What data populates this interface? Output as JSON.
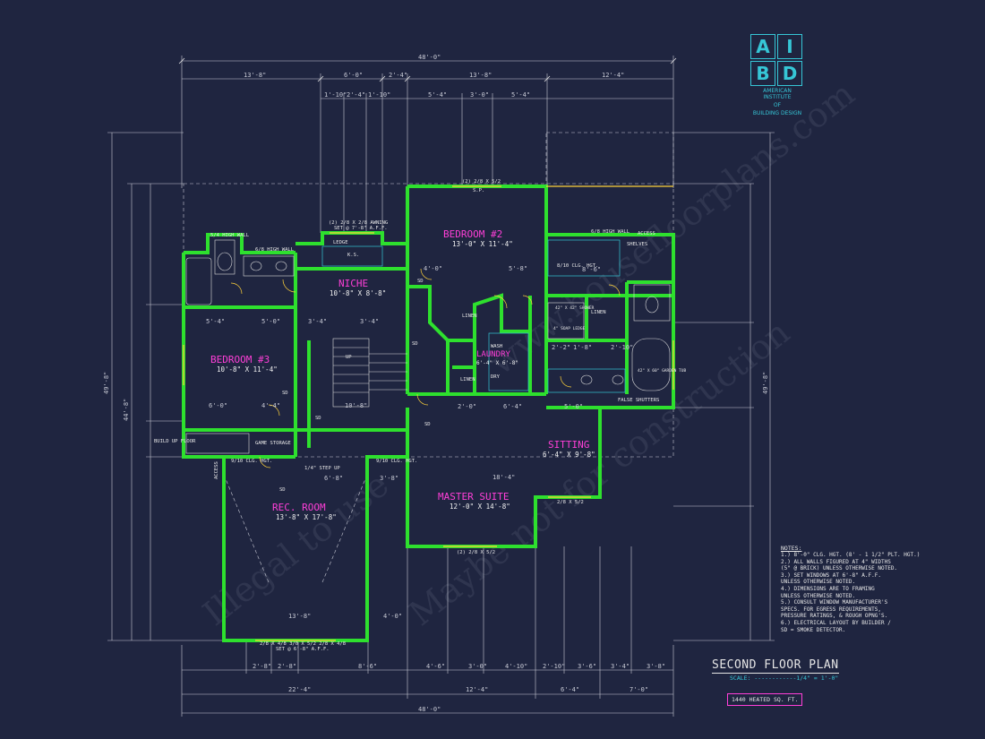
{
  "logo": {
    "letters": [
      "A",
      "I",
      "B",
      "D"
    ],
    "name_line1": "AMERICAN INSTITUTE",
    "name_line2": "OF",
    "name_line3": "BUILDING DESIGN"
  },
  "title": {
    "main": "SECOND FLOOR PLAN",
    "scale": "SCALE: ------------1/4\" = 1'-0\"",
    "area": "1440 HEATED SQ. FT."
  },
  "notes": {
    "title": "NOTES:",
    "lines": [
      "1.) 8'-0\" CLG. HGT. (8' - 1 1/2\" PLT. HGT.)",
      "2.) ALL WALLS FIGURED AT 4\" WIDTHS",
      "   (5\" @ BRICK) UNLESS OTHERWISE NOTED.",
      "3.) SET WINDOWS AT 6'-8\" A.F.F.",
      "   UNLESS OTHERWISE NOTED.",
      "4.) DIMENSIONS ARE TO FRAMING",
      "   UNLESS OTHERWISE NOTED.",
      "5.) CONSULT WINDOW MANUFACTURER'S",
      "   SPECS. FOR EGRESS REQUIREMENTS,",
      "   PRESSURE RATINGS, & ROUGH OPNG'S.",
      "6.) ELECTRICAL LAYOUT BY BUILDER /",
      "   SD = SMOKE DETECTOR."
    ]
  },
  "rooms": {
    "bedroom2": {
      "name": "BEDROOM #2",
      "size": "13'-0\" X 11'-4\""
    },
    "bedroom3": {
      "name": "BEDROOM #3",
      "size": "10'-8\" X 11'-4\""
    },
    "niche": {
      "name": "NICHE",
      "size": "10'-8\" X 8'-8\""
    },
    "laundry": {
      "name": "LAUNDRY",
      "size": "6'-4\" X 6'-8\""
    },
    "sitting": {
      "name": "SITTING",
      "size": "6'-4\" X 9'-8\""
    },
    "master": {
      "name": "MASTER SUITE",
      "size": "12'-0\" X 14'-8\""
    },
    "rec": {
      "name": "REC. ROOM",
      "size": "13'-8\" X 17'-8\""
    }
  },
  "labels": {
    "linen": "LINEN",
    "linen2": "LINEN",
    "linen3": "LINEN",
    "wash": "WASH",
    "dry": "DRY",
    "shelves": "SHELVES",
    "access": "ACCESS",
    "access2": "ACCESS",
    "ledge": "LEDGE",
    "ks": "K.S.",
    "game_storage": "GAME STORAGE",
    "false_shutters": "FALSE SHUTTERS",
    "garden_tub": "42\" X 60\" GARDEN TUB",
    "shower": "42\" X 42\" SHOWER",
    "soap_ledge": "4\" SOAP LEDGE",
    "hw": "5/4 HIGH WALL",
    "hw2": "6/8 HIGH WALL",
    "hw3": "6/8 HIGH WALL",
    "clg_910": "9/10 CLG. HGT.",
    "clg_810": "8/10 CLG. HGT.",
    "clg_blk": "9/10 CLG. HGT.",
    "step_up": "1/4\" STEP UP",
    "build_floor": "BUILD UP FLOOR",
    "awning": "(2) 2/8 X 2/8 AWNING",
    "awning_set": "SET @ 7'-8\" A.F.F.",
    "win_top": "(2) 2/8 X 5/2",
    "win_master": "(2) 2/8 X 5/2",
    "win_rec": "2/8 X 4/8  3/0 X 5/2  2/8 X 4/8",
    "win_rec_set": "SET @ 6'-8\" A.F.F.",
    "win_sitting": "2/8 X 5/2",
    "sp": "S.P.",
    "sd": "SD",
    "up": "UP"
  },
  "dims": {
    "overall_top": "48'-0\"",
    "overall_bottom": "48'-0\"",
    "top_row1": [
      "13'-8\"",
      "6'-0\"",
      "2'-4\"",
      "13'-8\"",
      "12'-4\""
    ],
    "top_row2": [
      "1'-10\"",
      "2'-4\"",
      "1'-10\"",
      "5'-4\"",
      "3'-0\"",
      "5'-4\""
    ],
    "bottom_row1": [
      "22'-4\"",
      "12'-4\"",
      "6'-4\"",
      "7'-0\""
    ],
    "bottom_row2": [
      "2'-8\"",
      "2'-8\"",
      "8'-6\"",
      "4'-6\"",
      "3'-0\"",
      "4'-10\"",
      "2'-10\"",
      "3'-6\"",
      "3'-4\"",
      "3'-8\""
    ],
    "left_overall": "49'-8\"",
    "left_mid": "44'-8\"",
    "right_overall": "49'-8\"",
    "interior": [
      "5'-4\"",
      "5'-0\"",
      "3'-4\"",
      "3'-4\"",
      "6'-0\"",
      "4'-4\"",
      "10'-8\"",
      "4'-0\"",
      "5'-8\"",
      "2'-0\"",
      "6'-4\"",
      "5'-0\"",
      "8'-6\"",
      "18'-4\"",
      "3'-8\"",
      "6'-8\"",
      "13'-8\"",
      "4'-0\"",
      "2'-2\"",
      "1'-8\"",
      "2'-10\""
    ]
  }
}
